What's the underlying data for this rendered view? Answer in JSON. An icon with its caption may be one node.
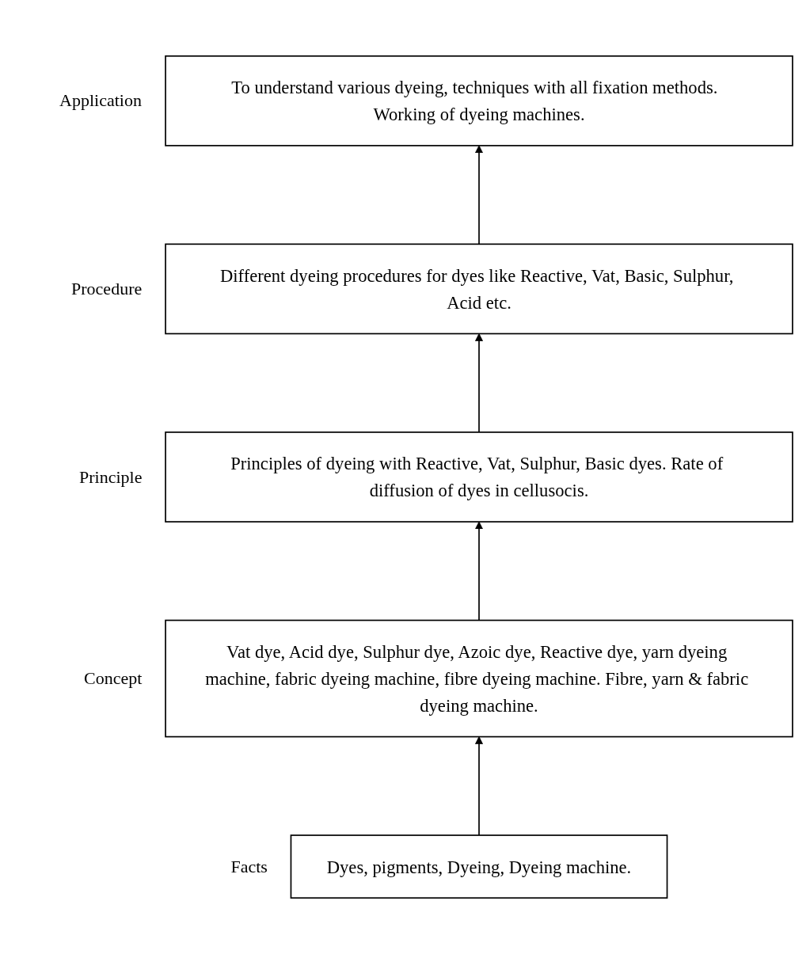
{
  "diagram": {
    "nodes": [
      {
        "text": [
          "To understand various dyeing, techniques with all fixation methods.  Working of dyeing machines."
        ],
        "beside": [
          "Application"
        ]
      },
      {
        "text": [
          "Different dyeing procedures for dyes like Reactive, Vat, Basic, Sulphur, Acid etc."
        ],
        "beside": [
          "Procedure"
        ]
      },
      {
        "text": [
          "Principles of dyeing with Reactive, Vat, Sulphur, Basic dyes. Rate of diffusion of dyes in cellusocis."
        ],
        "beside": [
          "Principle"
        ]
      },
      {
        "text": [
          "Vat dye, Acid dye, Sulphur dye, Azoic dye, Reactive dye, yarn dyeing machine, fabric dyeing machine, fibre dyeing machine. Fibre, yarn & fabric dyeing machine."
        ],
        "beside": [
          "Concept"
        ]
      },
      {
        "text": [
          "Dyes, pigments, Dyeing, Dyeing machine."
        ],
        "beside": [
          "Facts"
        ]
      }
    ],
    "edges": [
      {
        "from": 4,
        "to": 3,
        "arrow": "to"
      },
      {
        "from": 3,
        "to": 2,
        "arrow": "to"
      },
      {
        "from": 2,
        "to": 1,
        "arrow": "to"
      },
      {
        "from": 1,
        "to": 0,
        "arrow": "to"
      }
    ]
  }
}
